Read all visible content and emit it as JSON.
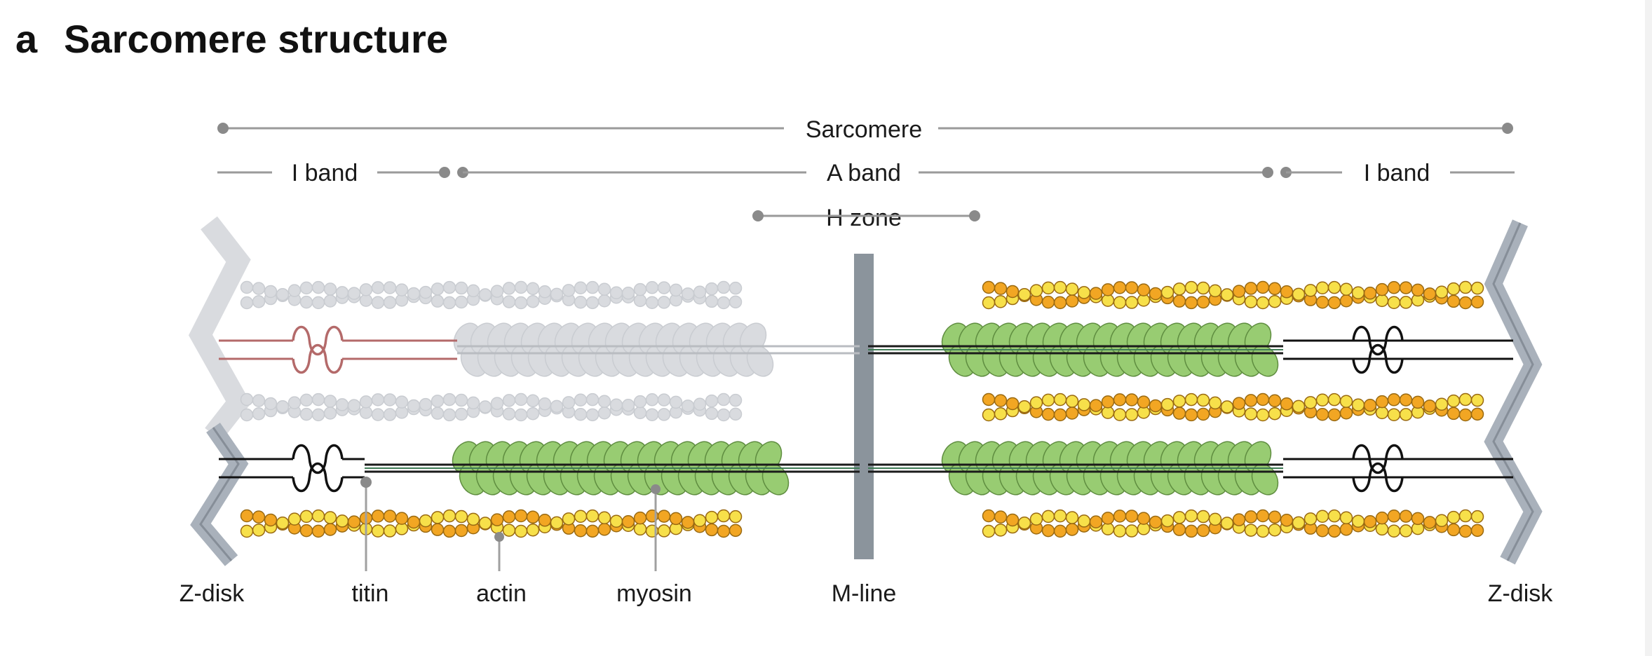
{
  "panel": {
    "letter": "a",
    "title": "Sarcomere structure"
  },
  "brackets": {
    "sarcomere": "Sarcomere",
    "i_band_left": "I band",
    "a_band": "A band",
    "i_band_right": "I band",
    "h_zone": "H zone"
  },
  "labels": {
    "z_disk_left": "Z-disk",
    "titin": "titin",
    "actin": "actin",
    "myosin": "myosin",
    "m_line": "M-line",
    "z_disk_right": "Z-disk"
  },
  "colors": {
    "actin_outer": "#f2a623",
    "actin_inner": "#f7e04a",
    "myosin_head": "#98cc72",
    "z_disk": "#a9b1bb",
    "m_line": "#8b949c",
    "faded": "#d9dbdf",
    "bracket_line": "#9a9a9a"
  }
}
